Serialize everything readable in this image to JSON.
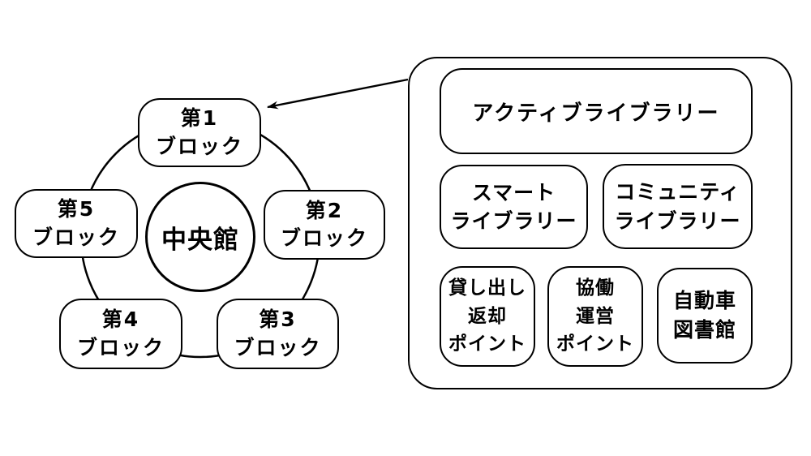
{
  "diagram": {
    "colors": {
      "stroke": "#000000",
      "background": "#ffffff"
    },
    "hub": {
      "center_label": "中央館",
      "blocks": [
        {
          "num": "第1",
          "word": "ブロック"
        },
        {
          "num": "第2",
          "word": "ブロック"
        },
        {
          "num": "第3",
          "word": "ブロック"
        },
        {
          "num": "第4",
          "word": "ブロック"
        },
        {
          "num": "第5",
          "word": "ブロック"
        }
      ]
    },
    "panel": {
      "active_label": "アクティブライブラリー",
      "smart": [
        "スマート",
        "ライブラリー"
      ],
      "community": [
        "コミュニティ",
        "ライブラリー"
      ],
      "lending": [
        "貸し出し",
        "返却",
        "ポイント"
      ],
      "collab": [
        "協働",
        "運営",
        "ポイント"
      ],
      "mobile": [
        "自動車",
        "図書館"
      ]
    },
    "arrow": {
      "from": "detail-panel",
      "to": "block-1"
    }
  }
}
